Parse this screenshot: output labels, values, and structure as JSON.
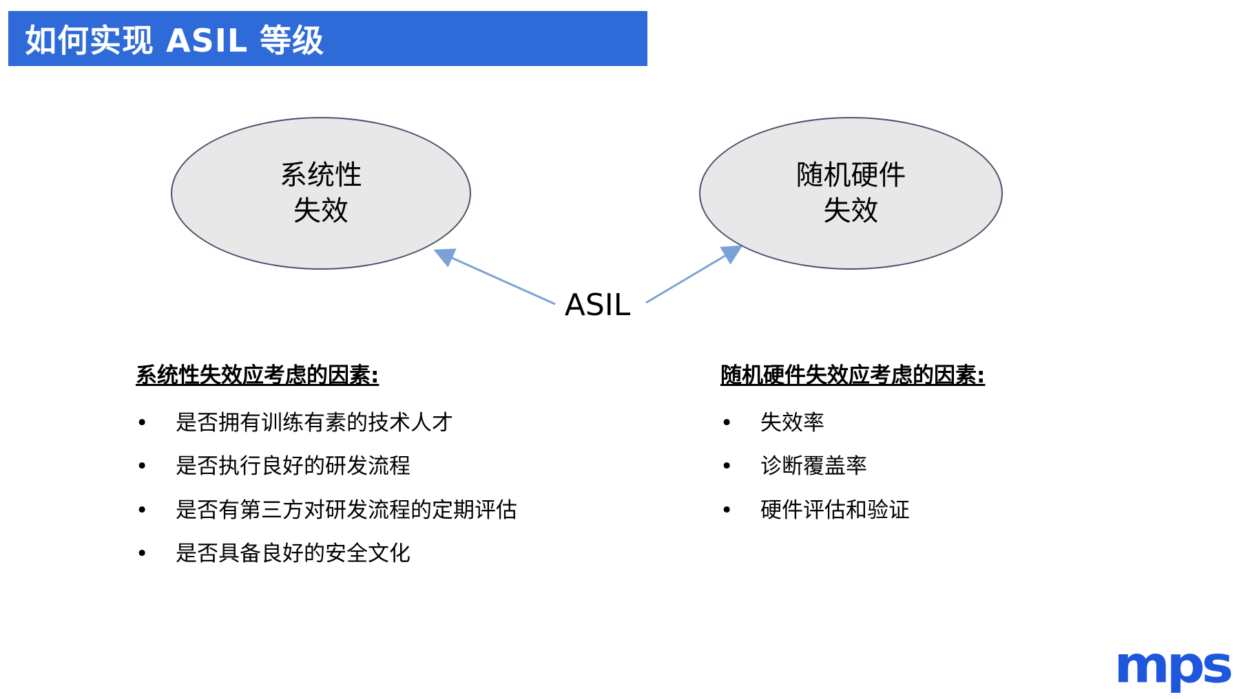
{
  "header": {
    "title": "如何实现 ASIL 等级",
    "bg_color": "#2e6bd9"
  },
  "diagram": {
    "left_ellipse": {
      "line1": "系统性",
      "line2": "失效"
    },
    "right_ellipse": {
      "line1": "随机硬件",
      "line2": "失效"
    },
    "center_label": "ASIL",
    "arrow_color": "#7ba2d6",
    "ellipse_fill": "#e8e8e8",
    "ellipse_border": "#44546a"
  },
  "bullet_char": "•",
  "left_list": {
    "heading": "系统性失效应考虑的因素:",
    "items": [
      "是否拥有训练有素的技术人才",
      "是否执行良好的研发流程",
      "是否有第三方对研发流程的定期评估",
      "是否具备良好的安全文化"
    ]
  },
  "right_list": {
    "heading": "随机硬件失效应考虑的因素:",
    "items": [
      "失效率",
      "诊断覆盖率",
      "硬件评估和验证"
    ]
  },
  "footer": {
    "logo_text": "mps"
  }
}
